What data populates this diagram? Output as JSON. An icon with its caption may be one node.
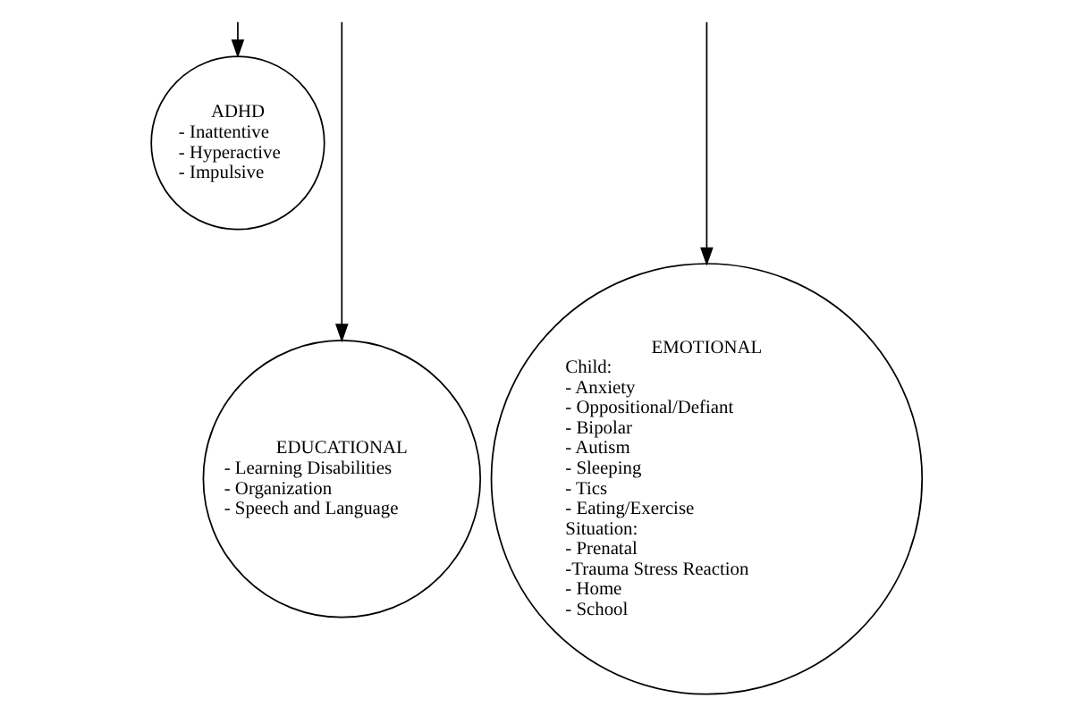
{
  "diagram": {
    "nodes": [
      {
        "text": [
          "ADHD",
          "- Inattentive",
          "- Hyperactive",
          "- Impulsive"
        ]
      },
      {
        "text": [
          "EDUCATIONAL",
          "- Learning Disabilities",
          "- Organization",
          "- Speech and Language"
        ]
      },
      {
        "text": [
          "EMOTIONAL",
          "Child:",
          "- Anxiety",
          "- Oppositional/Defiant",
          "- Bipolar",
          "- Autism",
          "- Sleeping",
          "- Tics",
          "- Eating/Exercise",
          "Situation:",
          "- Prenatal",
          "-Trauma Stress Reaction",
          "- Home",
          "- School"
        ]
      }
    ],
    "edges": [
      {
        "from": null,
        "to": 1,
        "arrow": "to"
      },
      {
        "from": null,
        "to": 0,
        "arrow": "to"
      },
      {
        "from": null,
        "to": 2,
        "arrow": "to"
      }
    ]
  }
}
